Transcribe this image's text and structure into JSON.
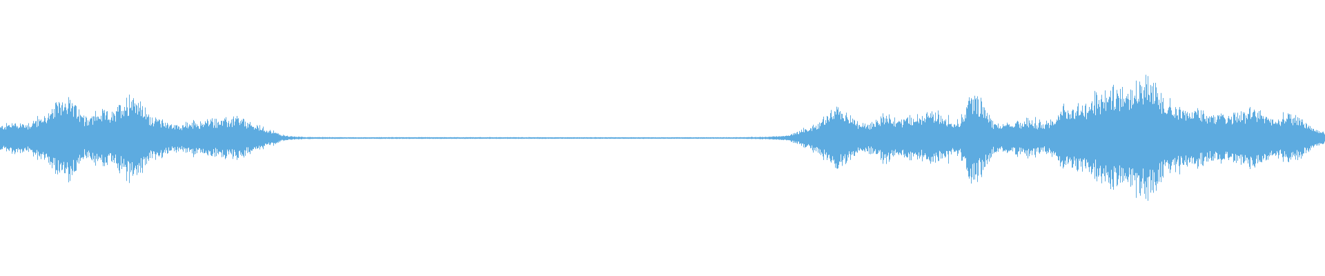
{
  "waveform": {
    "color": "#5dabe0",
    "background": "#ffffff",
    "envelope": [
      [
        0.0,
        0.09
      ],
      [
        0.01,
        0.12
      ],
      [
        0.02,
        0.11
      ],
      [
        0.03,
        0.15
      ],
      [
        0.038,
        0.2
      ],
      [
        0.046,
        0.3
      ],
      [
        0.05,
        0.33
      ],
      [
        0.056,
        0.25
      ],
      [
        0.062,
        0.16
      ],
      [
        0.068,
        0.16
      ],
      [
        0.074,
        0.19
      ],
      [
        0.08,
        0.2
      ],
      [
        0.086,
        0.18
      ],
      [
        0.09,
        0.25
      ],
      [
        0.095,
        0.3
      ],
      [
        0.1,
        0.33
      ],
      [
        0.105,
        0.28
      ],
      [
        0.11,
        0.2
      ],
      [
        0.116,
        0.15
      ],
      [
        0.122,
        0.14
      ],
      [
        0.13,
        0.1
      ],
      [
        0.14,
        0.11
      ],
      [
        0.15,
        0.12
      ],
      [
        0.16,
        0.14
      ],
      [
        0.172,
        0.14
      ],
      [
        0.18,
        0.15
      ],
      [
        0.186,
        0.12
      ],
      [
        0.195,
        0.09
      ],
      [
        0.205,
        0.055
      ],
      [
        0.212,
        0.025
      ],
      [
        0.22,
        0.012
      ],
      [
        0.232,
        0.008
      ],
      [
        0.26,
        0.006
      ],
      [
        0.278,
        0.0
      ],
      [
        0.283,
        0.006
      ],
      [
        0.3,
        0.006
      ],
      [
        0.35,
        0.006
      ],
      [
        0.418,
        0.006
      ],
      [
        0.44,
        0.0
      ],
      [
        0.447,
        0.005
      ],
      [
        0.5,
        0.005
      ],
      [
        0.55,
        0.005
      ],
      [
        0.58,
        0.01
      ],
      [
        0.595,
        0.02
      ],
      [
        0.605,
        0.06
      ],
      [
        0.615,
        0.1
      ],
      [
        0.622,
        0.16
      ],
      [
        0.632,
        0.23
      ],
      [
        0.64,
        0.17
      ],
      [
        0.65,
        0.1
      ],
      [
        0.66,
        0.12
      ],
      [
        0.668,
        0.2
      ],
      [
        0.675,
        0.13
      ],
      [
        0.685,
        0.16
      ],
      [
        0.695,
        0.16
      ],
      [
        0.703,
        0.2
      ],
      [
        0.712,
        0.17
      ],
      [
        0.722,
        0.12
      ],
      [
        0.728,
        0.2
      ],
      [
        0.732,
        0.33
      ],
      [
        0.736,
        0.34
      ],
      [
        0.742,
        0.24
      ],
      [
        0.75,
        0.11
      ],
      [
        0.758,
        0.1
      ],
      [
        0.768,
        0.12
      ],
      [
        0.778,
        0.15
      ],
      [
        0.786,
        0.1
      ],
      [
        0.795,
        0.16
      ],
      [
        0.802,
        0.22
      ],
      [
        0.812,
        0.25
      ],
      [
        0.822,
        0.26
      ],
      [
        0.832,
        0.33
      ],
      [
        0.842,
        0.37
      ],
      [
        0.852,
        0.4
      ],
      [
        0.86,
        0.43
      ],
      [
        0.866,
        0.45
      ],
      [
        0.872,
        0.38
      ],
      [
        0.88,
        0.29
      ],
      [
        0.89,
        0.23
      ],
      [
        0.9,
        0.2
      ],
      [
        0.91,
        0.19
      ],
      [
        0.92,
        0.17
      ],
      [
        0.93,
        0.18
      ],
      [
        0.94,
        0.21
      ],
      [
        0.95,
        0.2
      ],
      [
        0.958,
        0.16
      ],
      [
        0.964,
        0.13
      ],
      [
        0.97,
        0.19
      ],
      [
        0.98,
        0.16
      ],
      [
        0.99,
        0.08
      ],
      [
        1.0,
        0.04
      ]
    ]
  }
}
